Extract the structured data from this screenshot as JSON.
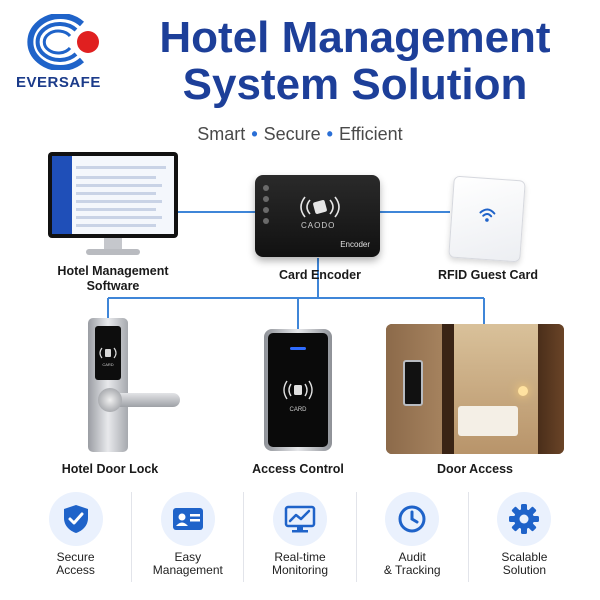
{
  "brand": {
    "name": "EVERSAFE"
  },
  "header": {
    "title_line1": "Hotel Management",
    "title_line2": "System Solution",
    "tagline": [
      "Smart",
      "Secure",
      "Efficient"
    ]
  },
  "devices_top": [
    {
      "id": "software",
      "label_line1": "Hotel Management",
      "label_line2": "Software",
      "icon": "monitor-icon"
    },
    {
      "id": "encoder",
      "label_line1": "Card Encoder",
      "device_brand": "CAODO",
      "device_label": "Encoder",
      "icon": "card-encoder-icon"
    },
    {
      "id": "rfid",
      "label_line1": "RFID Guest Card",
      "icon": "rfid-card-icon"
    }
  ],
  "devices_bottom": [
    {
      "id": "doorlock",
      "label": "Hotel Door Lock",
      "panel_text": "CARD",
      "icon": "door-lock-icon"
    },
    {
      "id": "access",
      "label": "Access Control",
      "panel_text": "CARD",
      "icon": "access-control-icon"
    },
    {
      "id": "dooraccess",
      "label": "Door Access",
      "icon": "door-access-photo"
    }
  ],
  "features": [
    {
      "line1": "Secure",
      "line2": "Access",
      "icon": "shield-check-icon"
    },
    {
      "line1": "Easy",
      "line2": "Management",
      "icon": "id-card-icon"
    },
    {
      "line1": "Real-time",
      "line2": "Monitoring",
      "icon": "monitor-chart-icon"
    },
    {
      "line1": "Audit",
      "line2": "& Tracking",
      "icon": "clock-icon"
    },
    {
      "line1": "Scalable",
      "line2": "Solution",
      "icon": "gear-icon"
    }
  ],
  "colors": {
    "primary": "#1d3f99",
    "accent": "#2a6fd6",
    "line": "#3f86d8",
    "logo_red": "#e02020"
  }
}
